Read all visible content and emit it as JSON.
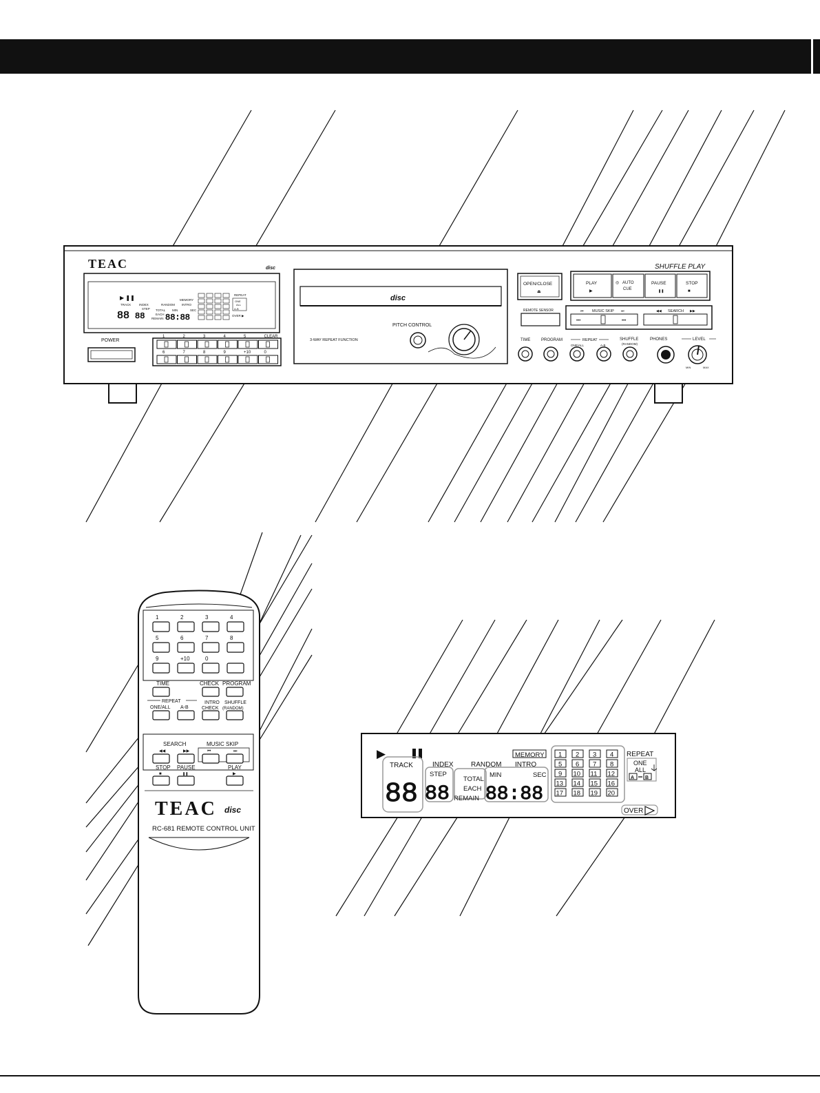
{
  "player": {
    "brand": "TEAC",
    "shuffle_play": "SHUFFLE PLAY",
    "open_close": "OPEN/CLOSE",
    "remote_sensor": "REMOTE SENSOR",
    "play": "PLAY",
    "auto_cue": "AUTO",
    "auto_cue2": "CUE",
    "pause": "PAUSE",
    "stop": "STOP",
    "music_skip": "MUSIC SKIP",
    "search": "SEARCH",
    "pitch_control": "PITCH CONTROL",
    "repeat_function": "3-WAY REPEAT FUNCTION",
    "power": "POWER",
    "clear": "CLEAR",
    "time": "TIME",
    "program": "PROGRAM",
    "repeat": "REPEAT",
    "one_all": "ONE/ALL",
    "ab": "A-B",
    "shuffle": "SHUFFLE",
    "random": "(RANDOM)",
    "phones": "PHONES",
    "level": "LEVEL",
    "min": "MIN",
    "max": "MAX",
    "keys_row1": [
      "1",
      "2",
      "3",
      "4",
      "5",
      "CLEAR"
    ],
    "keys_row2": [
      "6",
      "7",
      "8",
      "9",
      "+10",
      "0"
    ]
  },
  "remote": {
    "keys": [
      "1",
      "2",
      "3",
      "4",
      "5",
      "6",
      "7",
      "8",
      "9",
      "+10",
      "0",
      ""
    ],
    "time": "TIME",
    "check": "CHECK",
    "program": "PROGRAM",
    "repeat": "REPEAT",
    "one_all": "ONE/ALL",
    "ab": "A-B",
    "intro": "INTRO",
    "check2": "CHECK",
    "shuffle": "SHUFFLE",
    "random": "(RANDOM)",
    "search": "SEARCH",
    "music_skip": "MUSIC SKIP",
    "stop": "STOP",
    "pause": "PAUSE",
    "play": "PLAY",
    "brand": "TEAC",
    "model": "RC-681 REMOTE CONTROL UNIT"
  },
  "display": {
    "track": "TRACK",
    "index": "INDEX",
    "random": "RANDOM",
    "memory": "MEMORY",
    "intro": "INTRO",
    "step": "STEP",
    "total": "TOTAL",
    "each": "EACH",
    "remain": "REMAIN",
    "min": "MIN",
    "sec": "SEC",
    "repeat": "REPEAT",
    "one": "ONE",
    "all": "ALL",
    "over": "OVER",
    "track_grid": [
      "1",
      "2",
      "3",
      "4",
      "5",
      "6",
      "7",
      "8",
      "9",
      "10",
      "11",
      "12",
      "13",
      "14",
      "15",
      "16",
      "17",
      "18",
      "19",
      "20"
    ]
  }
}
